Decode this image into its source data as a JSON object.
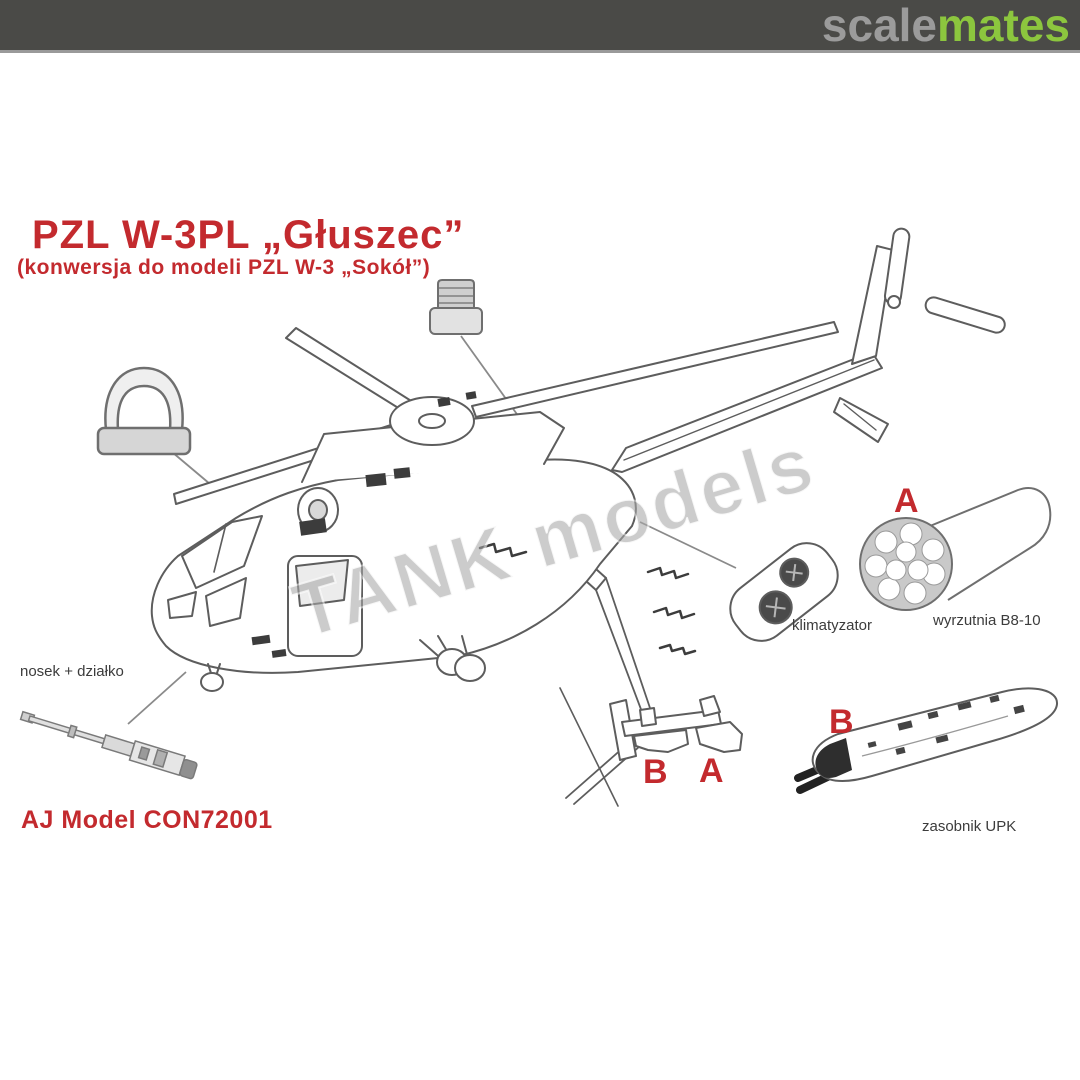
{
  "header": {
    "logo_part1": "scale",
    "logo_part2": "mates",
    "bar_color": "#4a4a47",
    "logo_color1": "#9b9b9b",
    "logo_color2": "#8cc63e"
  },
  "title": {
    "main": "PZL W-3PL „Głuszec”",
    "subtitle": "(konwersja do modeli PZL W-3 „Sokół”)",
    "color": "#c32a2e"
  },
  "product": {
    "code": "AJ Model CON72001"
  },
  "watermark": {
    "text": "TANK models"
  },
  "callouts": {
    "nose": {
      "label": "nosek + działko"
    },
    "klima": {
      "label": "klimatyzator"
    },
    "launcher": {
      "label": "wyrzutnia B8-10",
      "marker": "A"
    },
    "pod": {
      "label": "zasobnik UPK",
      "marker": "B"
    },
    "pylon": {
      "marker_b": "B",
      "marker_a": "A"
    }
  }
}
